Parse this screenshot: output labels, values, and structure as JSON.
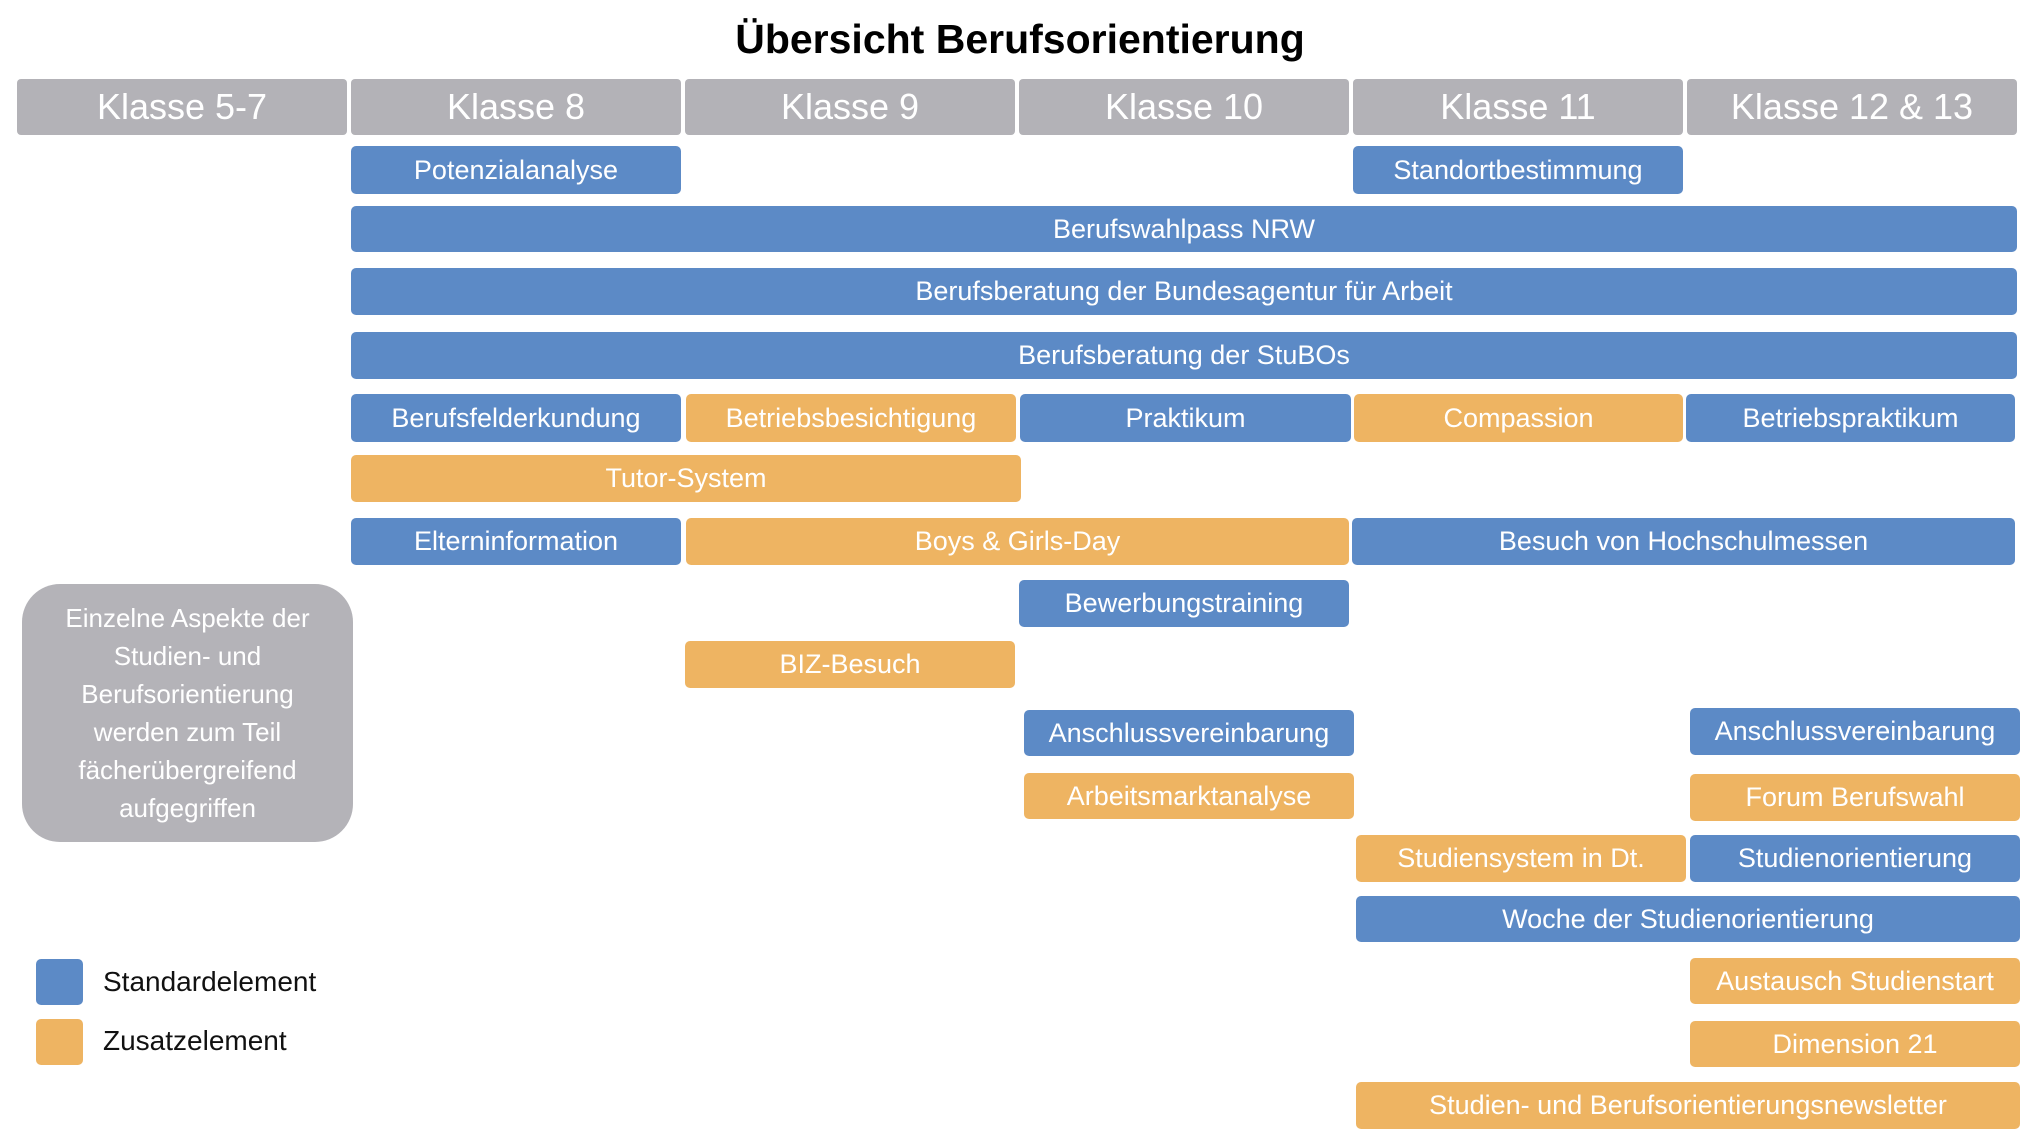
{
  "title": "Übersicht Berufsorientierung",
  "colors": {
    "standard": "#5c8ac6",
    "zusatz": "#eeb462",
    "header": "#b3b2b7",
    "note": "#b4b3b8"
  },
  "columns": [
    "Klasse 5-7",
    "Klasse 8",
    "Klasse 9",
    "Klasse 10",
    "Klasse 11",
    "Klasse 12 & 13"
  ],
  "bars": [
    {
      "label": "Potenzialanalyse",
      "type": "standard"
    },
    {
      "label": "Standortbestimmung",
      "type": "standard"
    },
    {
      "label": "Berufswahlpass NRW",
      "type": "standard"
    },
    {
      "label": "Berufsberatung der Bundesagentur für Arbeit",
      "type": "standard"
    },
    {
      "label": "Berufsberatung der StuBOs",
      "type": "standard"
    },
    {
      "label": "Berufsfelderkundung",
      "type": "standard"
    },
    {
      "label": "Betriebsbesichtigung",
      "type": "zusatz"
    },
    {
      "label": "Praktikum",
      "type": "standard"
    },
    {
      "label": "Compassion",
      "type": "zusatz"
    },
    {
      "label": "Betriebspraktikum",
      "type": "standard"
    },
    {
      "label": "Tutor-System",
      "type": "zusatz"
    },
    {
      "label": "Elterninformation",
      "type": "standard"
    },
    {
      "label": "Boys & Girls-Day",
      "type": "zusatz"
    },
    {
      "label": "Besuch von Hochschulmessen",
      "type": "standard"
    },
    {
      "label": "Bewerbungstraining",
      "type": "standard"
    },
    {
      "label": "BIZ-Besuch",
      "type": "zusatz"
    },
    {
      "label": "Anschlussvereinbarung",
      "type": "standard"
    },
    {
      "label": "Anschlussvereinbarung",
      "type": "standard"
    },
    {
      "label": "Arbeitsmarktanalyse",
      "type": "zusatz"
    },
    {
      "label": "Forum Berufswahl",
      "type": "zusatz"
    },
    {
      "label": "Studiensystem in Dt.",
      "type": "zusatz"
    },
    {
      "label": "Studienorientierung",
      "type": "standard"
    },
    {
      "label": "Woche der Studienorientierung",
      "type": "standard"
    },
    {
      "label": "Austausch Studienstart",
      "type": "zusatz"
    },
    {
      "label": "Dimension 21",
      "type": "zusatz"
    },
    {
      "label": "Studien- und Berufsorientierungsnewsletter",
      "type": "zusatz"
    }
  ],
  "note": {
    "lines": [
      "Einzelne Aspekte der",
      "Studien- und",
      "Berufsorientierung",
      "werden zum Teil",
      "fächerübergreifend",
      "aufgegriffen"
    ]
  },
  "legend": [
    {
      "label": "Standardelement",
      "type": "standard"
    },
    {
      "label": "Zusatzelement",
      "type": "zusatz"
    }
  ]
}
